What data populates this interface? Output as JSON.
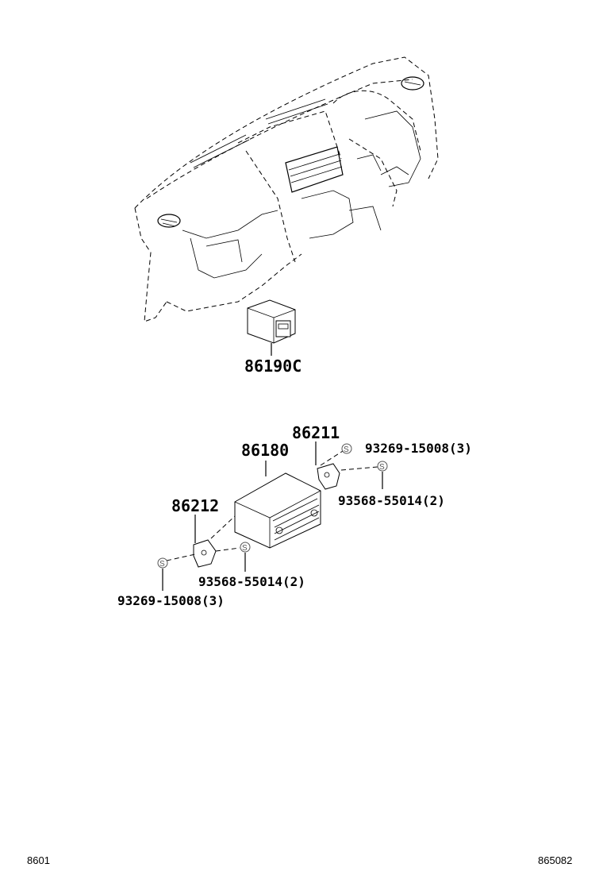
{
  "parts": {
    "p86190c": "86190C",
    "p86180": "86180",
    "p86211": "86211",
    "p86212": "86212",
    "screw_upper_right": "93269-15008(3)",
    "bolt_upper_right": "93568-55014(2)",
    "bolt_lower": "93568-55014(2)",
    "screw_lower_left": "93269-15008(3)"
  },
  "symbols": {
    "s_mark": "S"
  },
  "footer": {
    "left_code": "8601",
    "right_code": "865082"
  }
}
